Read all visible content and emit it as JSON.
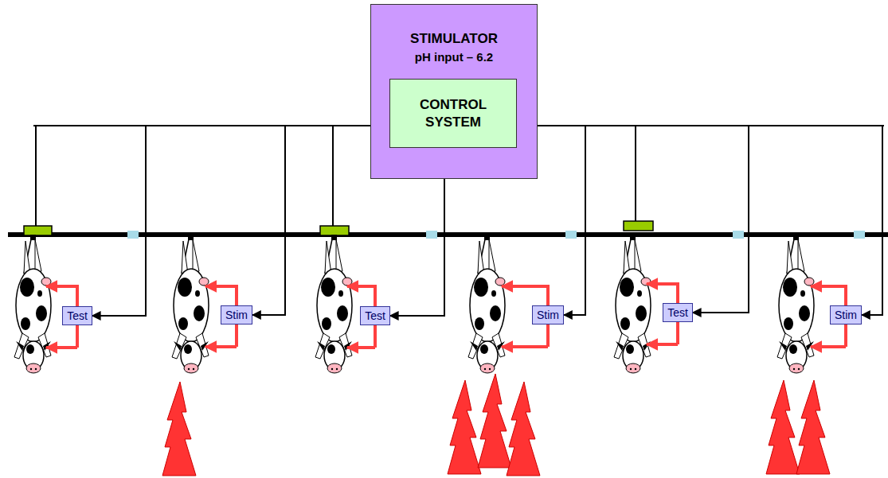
{
  "diagram": {
    "nodes": [
      {
        "text": [
          "STIMULATOR",
          "pH input – 6.2"
        ]
      },
      {
        "text": [
          "CONTROL SYSTEM"
        ],
        "in": 0
      },
      {
        "text": [
          "Test"
        ]
      },
      {
        "text": [
          "Stim"
        ]
      },
      {
        "text": [
          "Test"
        ]
      },
      {
        "text": [
          "Stim"
        ]
      },
      {
        "text": [
          "Test"
        ]
      },
      {
        "text": [
          "Stim"
        ]
      }
    ],
    "edges": [
      {
        "from": 0,
        "to": 2,
        "arrow": "to"
      },
      {
        "from": 0,
        "to": 3,
        "arrow": "to"
      },
      {
        "from": 0,
        "to": 4,
        "arrow": "to"
      },
      {
        "from": 0,
        "to": 5,
        "arrow": "to"
      },
      {
        "from": 0,
        "to": 6,
        "arrow": "to"
      },
      {
        "from": 0,
        "to": 7,
        "arrow": "to"
      }
    ]
  }
}
